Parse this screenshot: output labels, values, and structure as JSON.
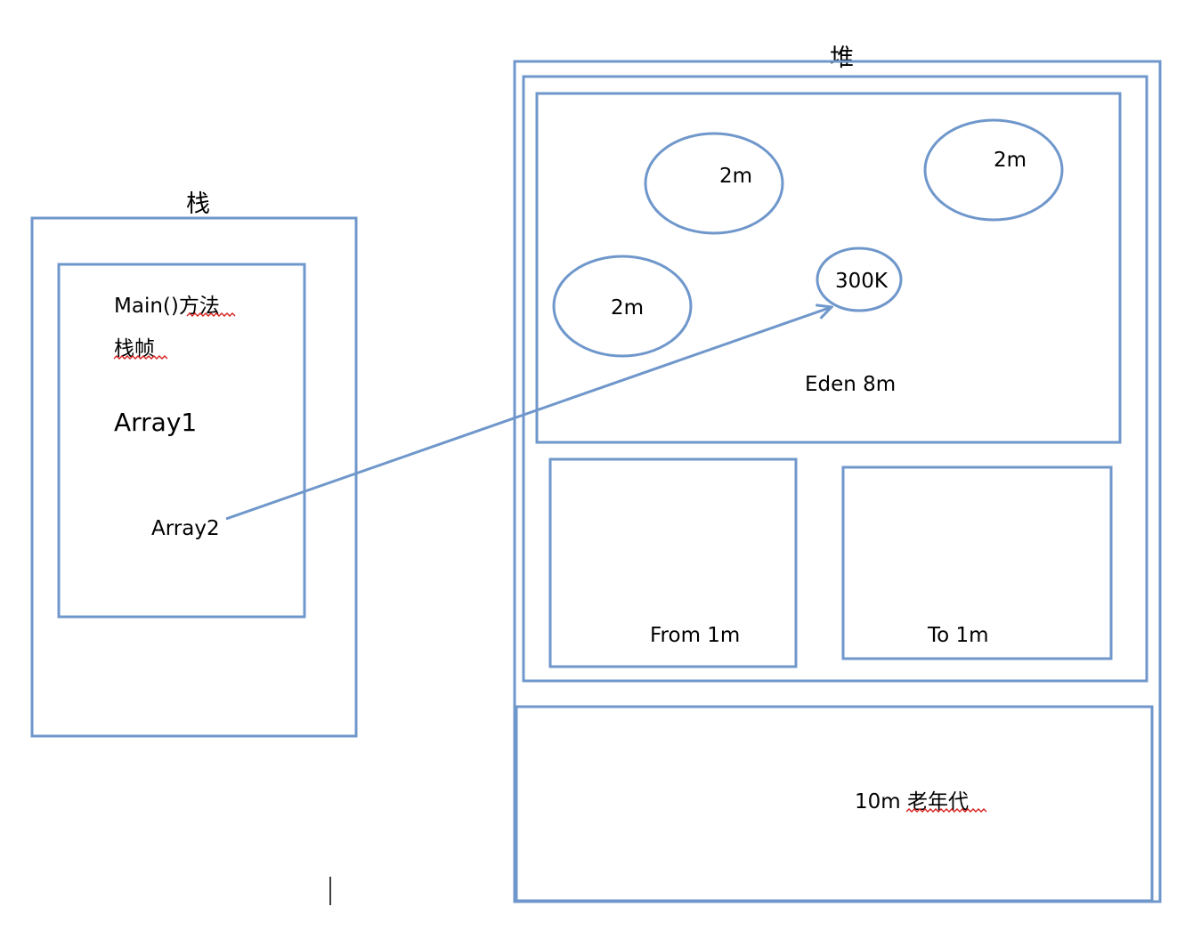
{
  "stack": {
    "title": "栈",
    "frame": {
      "line1": "Main()方法",
      "line2": "栈帧",
      "var1": "Array1",
      "var2": "Array2"
    }
  },
  "heap": {
    "title": "堆",
    "eden": {
      "label": "Eden 8m",
      "objects": [
        "2m",
        "2m",
        "2m",
        "300K"
      ]
    },
    "from": {
      "label": "From 1m"
    },
    "to": {
      "label": "To 1m"
    },
    "old": {
      "label_prefix": "10m ",
      "label_cn": "老年代"
    }
  },
  "colors": {
    "stroke": "#6f97cb",
    "spellcheck": "#d62020"
  }
}
